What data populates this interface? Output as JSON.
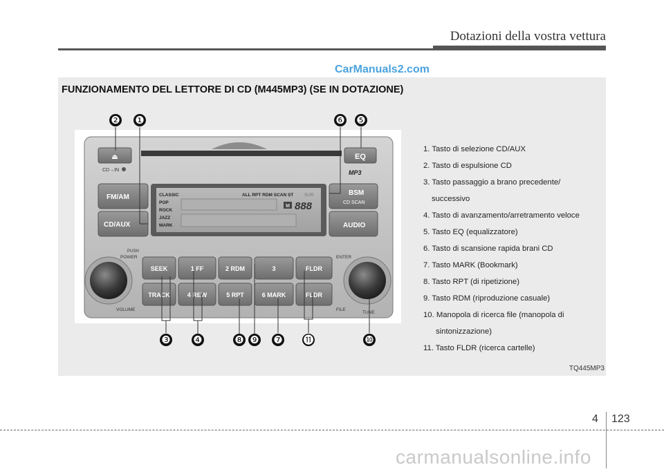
{
  "header": {
    "section_title": "Dotazioni della vostra vettura"
  },
  "watermark_top": "CarManuals2.com",
  "panel": {
    "title": "FUNZIONAMENTO DEL LETTORE DI CD (M445MP3) (SE IN DOTAZIONE)",
    "figure_code": "TQ445MP3"
  },
  "radio": {
    "cd_in": "CD→IN",
    "eq": "EQ",
    "mp3": "MP3",
    "fm_am": "FM/AM",
    "cd_aux": "CD/AUX",
    "bsm": "BSM",
    "cd_scan": "CD SCAN",
    "audio": "AUDIO",
    "push": "PUSH",
    "power": "POWER",
    "volume": "VOLUME",
    "enter": "ENTER",
    "file": "FILE",
    "tune": "TUNE",
    "display": {
      "modes": [
        "CLASSIC",
        "POP",
        "ROCK",
        "JAZZ",
        "MARK"
      ],
      "indicators": "ALL  RPT  RDM  SCAN  ST",
      "sur": "SUR",
      "m_badge": "M",
      "digits": "888"
    },
    "buttons_top": [
      "SEEK",
      "1   FF",
      "2 RDM",
      "3",
      "FLDR"
    ],
    "buttons_bottom": [
      "TRACK",
      "4 REW",
      "5  RPT",
      "6  MARK",
      "FLDR"
    ],
    "callouts_top": [
      "❷",
      "❶",
      "❻",
      "❺"
    ],
    "callouts_bottom": [
      "❸",
      "❹",
      "❽",
      "❾",
      "❼",
      "⓫",
      "❿"
    ]
  },
  "legend": {
    "i1": "1. Tasto di selezione CD/AUX",
    "i2": "2. Tasto di espulsione CD",
    "i3": "3. Tasto passaggio a brano precedente/",
    "i3b": "successivo",
    "i4": "4. Tasto di avanzamento/arretramento veloce",
    "i5": "5. Tasto EQ (equalizzatore)",
    "i6": "6. Tasto di scansione rapida brani CD",
    "i7": "7. Tasto MARK (Bookmark)",
    "i8": "8. Tasto RPT (di ripetizione)",
    "i9": "9. Tasto RDM (riproduzione casuale)",
    "i10": "10. Manopola di ricerca file (manopola di",
    "i10b": "sintonizzazione)",
    "i11": "11. Tasto FLDR (ricerca cartelle)"
  },
  "footer": {
    "chapter": "4",
    "page": "123"
  },
  "watermark_bottom": "carmanualsonline.info"
}
